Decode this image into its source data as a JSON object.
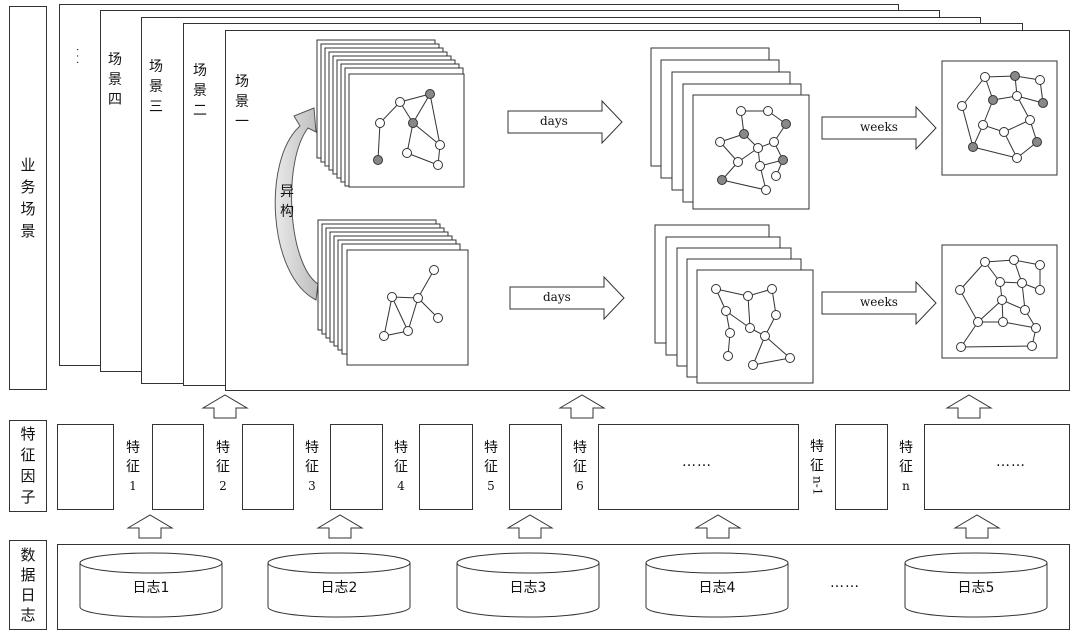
{
  "left_labels": {
    "scenario": "业务场景",
    "features": "特征因子",
    "logs": "数据日志"
  },
  "scenes": {
    "more": "· · ·",
    "scene4": "场景四",
    "scene3": "场景三",
    "scene2": "场景二",
    "scene1": "场景一"
  },
  "heterogeneous": "异构",
  "flow": {
    "days": "days",
    "weeks": "weeks"
  },
  "features": [
    {
      "label": "特征",
      "index": "1"
    },
    {
      "label": "特征",
      "index": "2"
    },
    {
      "label": "特征",
      "index": "3"
    },
    {
      "label": "特征",
      "index": "4"
    },
    {
      "label": "特征",
      "index": "5"
    },
    {
      "label": "特征",
      "index": "6"
    },
    {
      "label": "特征",
      "index": "n-1"
    },
    {
      "label": "特征",
      "index": "n"
    }
  ],
  "feature_ellipsis": "……",
  "logs": [
    "日志1",
    "日志2",
    "日志3",
    "日志4",
    "日志5"
  ],
  "log_ellipsis": "……"
}
